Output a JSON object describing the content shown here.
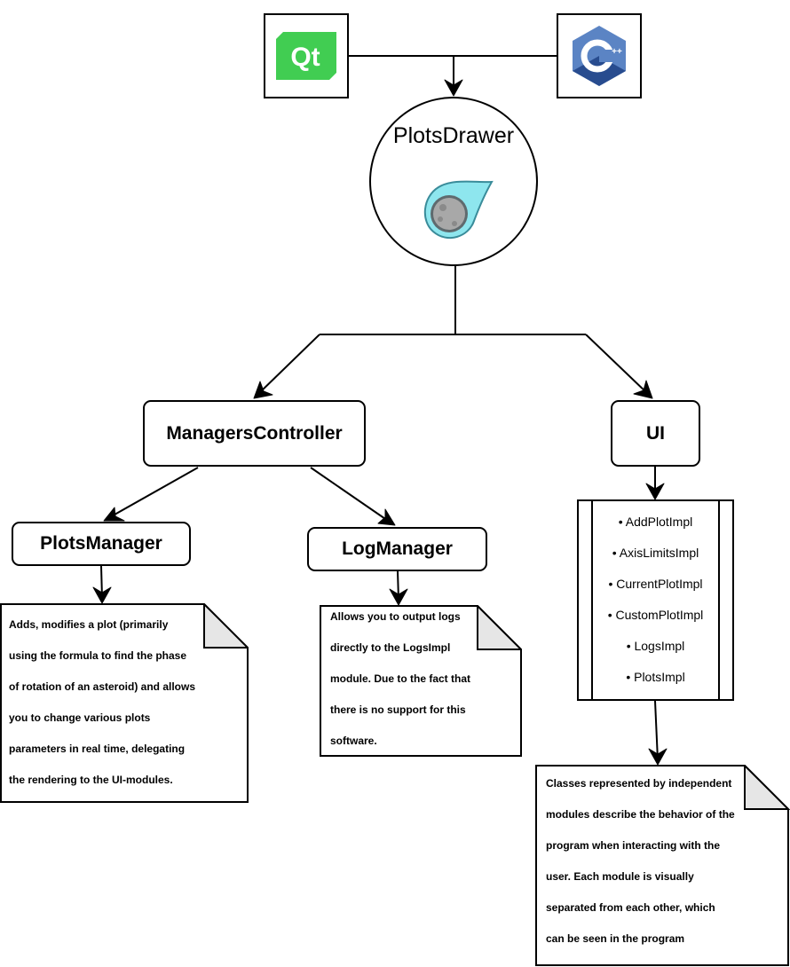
{
  "logos": {
    "qt": {
      "text": "Qt",
      "color": "#41cd52"
    },
    "cpp": {
      "text": "C",
      "superscript": "++",
      "color_main": "#5b84c4",
      "color_dark": "#284c8f"
    }
  },
  "root": {
    "title": "PlotsDrawer"
  },
  "nodes": {
    "managers_controller": "ManagersController",
    "ui": "UI",
    "plots_manager": "PlotsManager",
    "log_manager": "LogManager"
  },
  "notes": {
    "plots_manager": [
      "Adds, modifies a plot (primarily",
      "using the formula to find the phase",
      "of rotation of an asteroid) and allows",
      "you to change various plots",
      "parameters in real time, delegating",
      "the rendering to the UI-modules."
    ],
    "log_manager": [
      "Allows you to output logs",
      "directly to the LogsImpl",
      "module. Due to the fact that",
      "there is no support for this",
      "software."
    ],
    "ui": [
      "Classes represented by independent",
      "modules describe the behavior of the",
      "program when interacting with the",
      "user. Each module is visually",
      "separated from each other, which",
      "can be seen in the program"
    ]
  },
  "ui_modules": [
    "• AddPlotImpl",
    "• AxisLimitsImpl",
    "• CurrentPlotImpl",
    "• CustomPlotImpl",
    "• LogsImpl",
    "• PlotsImpl"
  ],
  "colors": {
    "qt_green": "#41cd52",
    "cpp_blue": "#5b84c4",
    "asteroid_tail": "#8ee6ee",
    "asteroid_body": "#a8a8a8",
    "note_fold": "#e6e6e6"
  }
}
